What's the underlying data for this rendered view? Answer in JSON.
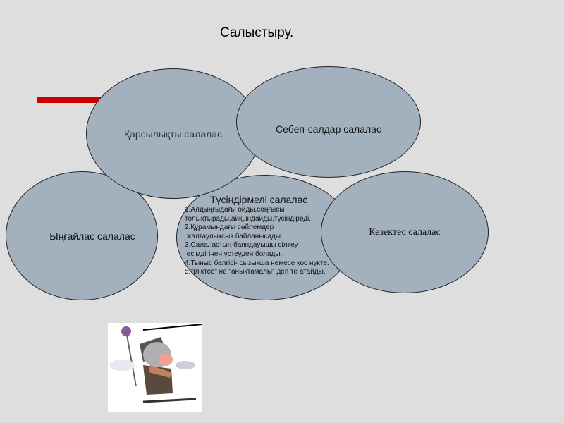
{
  "slide": {
    "title": "Салыстыру.",
    "accent_color": "#cc0000",
    "shape_fill": "#a3b1bf",
    "ellipses": {
      "contrast": "Қарсылықты салалас",
      "cause": "Себеп-салдар салалас",
      "harmony": "Ыңғайлас салалас",
      "sequence": "Кезектес салалас",
      "explanatory": {
        "title": "Түсіндірмелі салалас",
        "points": [
          "1.Алдыңғыдағы ойды,соңғысы",
          "толықтырады,айқындайды,түсіндіреді.",
          "2.Құрамындағы сөйлемдер",
          " жалғаулықсыз байланысады.",
          "3.Салаластың баяндауышы сілтеу",
          " есімдігінен,үстеуден болады.",
          "4.Тыныс белгісі- сызықша немесе қос нүкте.",
          "5.\"Іліктес\" не \"анықтамалы\" деп те атайды."
        ]
      }
    },
    "clipart": "skier-clipart"
  }
}
